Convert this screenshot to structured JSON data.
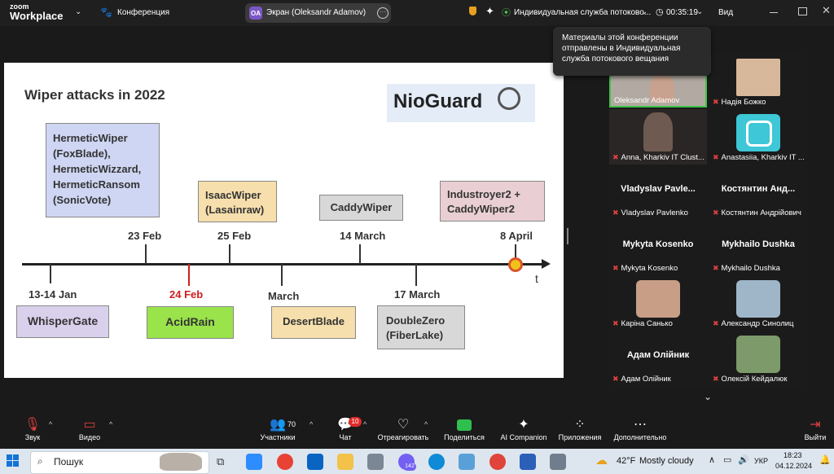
{
  "app": {
    "logo_top": "zoom",
    "logo_bottom": "Workplace",
    "conference_label": "Конференция"
  },
  "share": {
    "avatar": "OA",
    "label": "Экран (Oleksandr Adamov)"
  },
  "topbar": {
    "stream_label": "Индивидуальная служба потоково...",
    "timer": "00:35:19",
    "view_label": "Вид"
  },
  "tooltip": {
    "text": "Материалы этой конференции отправлены в Индивидуальная служба потокового вещания"
  },
  "slide": {
    "title": "Wiper attacks in 2022",
    "logo": "NioGuard",
    "hermetic": [
      "HermeticWiper",
      "(FoxBlade),",
      "HermeticWizzard,",
      "HermeticRansom",
      "(SonicVote)"
    ],
    "isaac": [
      "IsaacWiper",
      "(Lasainraw)"
    ],
    "caddy": "CaddyWiper",
    "industroyer": [
      "Industroyer2 +",
      "CaddyWiper2"
    ],
    "whisper": "WhisperGate",
    "acidrain": "AcidRain",
    "desert": "DesertBlade",
    "doublezero": [
      "DoubleZero",
      "(FiberLake)"
    ],
    "dates": {
      "jan": "13-14 Jan",
      "feb23": "23 Feb",
      "feb24": "24 Feb",
      "feb25": "25 Feb",
      "march": "March",
      "march14": "14 March",
      "march17": "17 March",
      "april8": "8 April",
      "t": "t"
    }
  },
  "participants": [
    {
      "name": "Oleksandr Adamov"
    },
    {
      "name": "Надія Божко"
    },
    {
      "name": "Anna, Kharkiv IT Clust..."
    },
    {
      "name": "Anastasiia, Kharkiv IT ..."
    },
    {
      "big": "Vladyslav  Pavle...",
      "name": "Vladyslav Pavlenko"
    },
    {
      "big": "Костянтин  Анд...",
      "name": "Костянтин Андрійович"
    },
    {
      "big": "Mykyta Kosenko",
      "name": "Mykyta Kosenko"
    },
    {
      "big": "Mykhailo Dushka",
      "name": "Mykhailo Dushka"
    },
    {
      "name": "Каріна Санько"
    },
    {
      "name": "Александр Синолиц"
    },
    {
      "big": "Адам Олійник",
      "name": "Адам Олійник"
    },
    {
      "name": "Олексій Кейдалюк"
    }
  ],
  "toolbar": {
    "sound": "Звук",
    "video": "Видео",
    "participants": "Участники",
    "participants_count": "70",
    "chat": "Чат",
    "chat_badge": "10",
    "react": "Отреагировать",
    "share": "Поделиться",
    "ai": "AI Companion",
    "apps": "Приложения",
    "more": "Дополнительно",
    "leave": "Выйти"
  },
  "taskbar": {
    "search": "Пошук",
    "weather_temp": "42°F",
    "weather_text": "Mostly cloudy",
    "lang": "УКР",
    "time": "18:23",
    "date": "04.12.2024",
    "viber_badge": "142"
  }
}
